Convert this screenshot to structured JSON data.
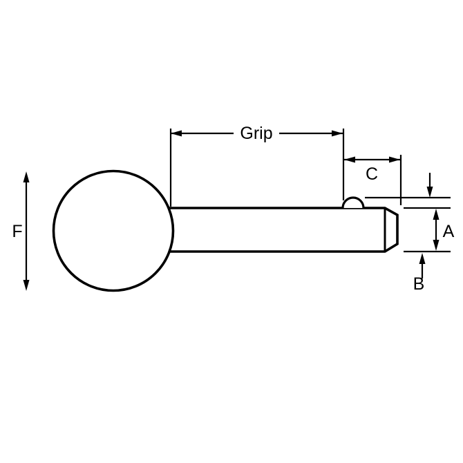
{
  "page": {
    "background_color": "#ffffff",
    "line_color": "#000000"
  },
  "diagram": {
    "type": "technical-dimension-drawing",
    "labels": {
      "grip": "Grip",
      "c": "C",
      "f": "F",
      "a": "A",
      "b": "B"
    }
  }
}
